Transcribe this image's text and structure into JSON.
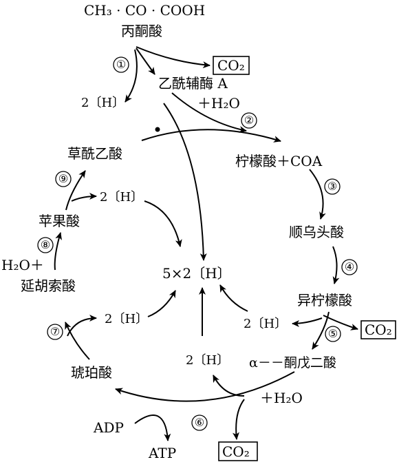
{
  "compounds": {
    "pyruvate_formula": "CH₃ · CO · COOH",
    "pyruvate": "丙酮酸",
    "acetyl_coa": "乙酰辅酶 A",
    "plus_water_top": "＋H₂O",
    "citrate": "柠檬酸＋COA",
    "cis_aconitate": "顺乌头酸",
    "isocitrate": "异柠檬酸",
    "alpha_kg": "α－－酮戊二酸",
    "plus_water_bottom": "＋H₂O",
    "succinate": "琥珀酸",
    "water_plus": "H₂O＋",
    "fumarate": "延胡索酸",
    "malate": "苹果酸",
    "oxaloacetate": "草酰乙酸",
    "adp": "ADP",
    "atp": "ATP",
    "center_h": "5×2〔H〕"
  },
  "co2_boxes": [
    "CO₂",
    "CO₂",
    "CO₂"
  ],
  "h_labels": [
    "2〔H〕",
    "2〔H〕",
    "2〔H〕",
    "2〔H〕",
    "2〔H〕"
  ],
  "steps": [
    "①",
    "②",
    "③",
    "④",
    "⑤",
    "⑥",
    "⑦",
    "⑧",
    "⑨"
  ]
}
